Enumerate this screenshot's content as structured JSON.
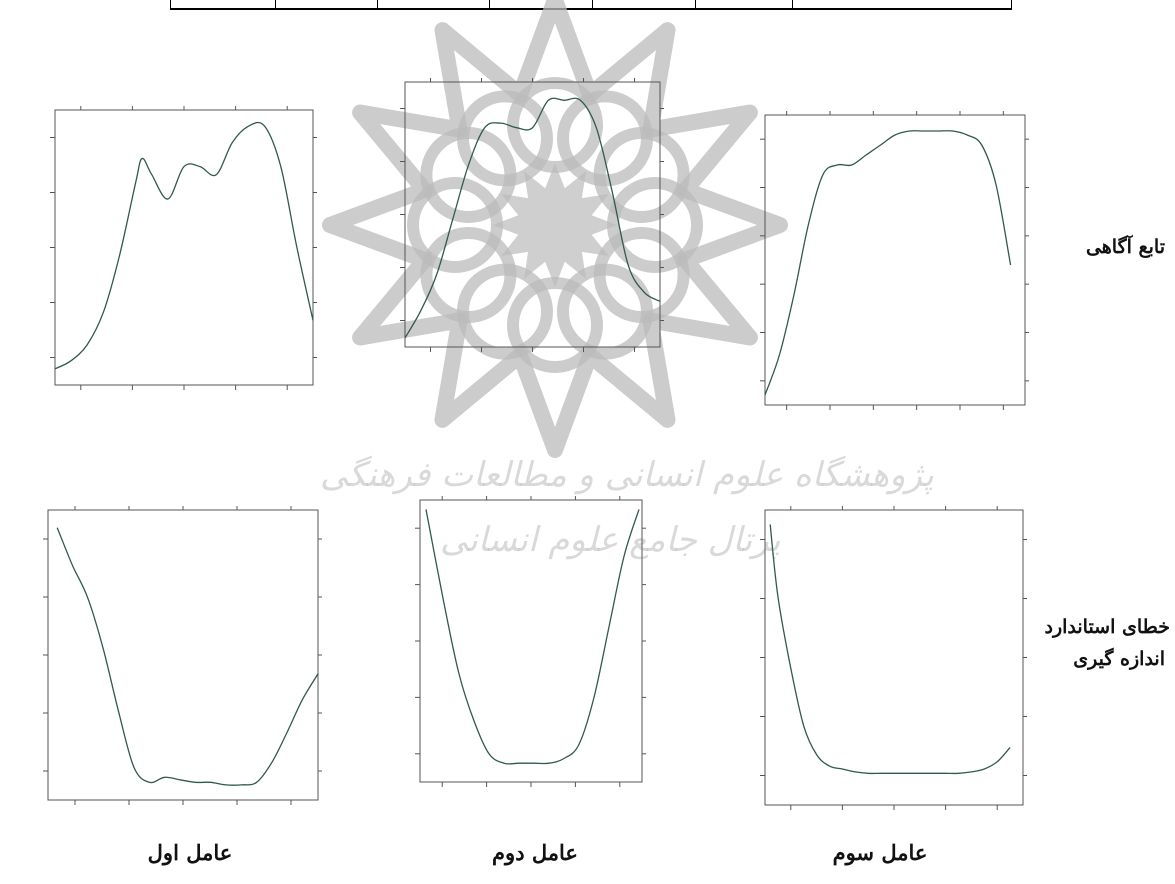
{
  "labels": {
    "row_info": "تابع آگاهی",
    "row_sem_line1": "خطای استاندارد",
    "row_sem_line2": "اندازه گیری",
    "factor_1": "عامل اول",
    "factor_2": "عامل دوم",
    "factor_3": "عامل سوم"
  },
  "watermark": {
    "line1": "پژوهشگاه علوم انسانی و مطالعات فرهنگی",
    "line2": "پرتال جامع علوم انسانی"
  },
  "colors": {
    "curve": "#2f5a4a",
    "axis": "#555555",
    "watermark": "#bbbbbb"
  },
  "chart_data": [
    {
      "type": "line",
      "xlim": [
        -4,
        4
      ],
      "ylim": [
        0.3,
        3.7
      ],
      "x": [
        -4,
        -3.5,
        -3,
        -2.5,
        -2,
        -1.5,
        -1.3,
        -1,
        -0.5,
        0,
        0.5,
        1,
        1.5,
        2,
        2.5,
        3,
        3.5,
        4
      ],
      "values": [
        0.5,
        0.6,
        0.8,
        1.2,
        1.9,
        2.8,
        3.1,
        2.9,
        2.6,
        3.0,
        3.0,
        2.9,
        3.3,
        3.5,
        3.5,
        3.0,
        2.0,
        1.1
      ]
    },
    {
      "type": "line",
      "xlim": [
        -4,
        4
      ],
      "ylim": [
        0.4,
        3.3
      ],
      "x": [
        -4,
        -3.5,
        -3,
        -2.5,
        -2,
        -1.5,
        -1,
        -0.5,
        0,
        0.5,
        1,
        1.5,
        2,
        2.5,
        3,
        3.5,
        4
      ],
      "values": [
        0.5,
        0.8,
        1.2,
        1.8,
        2.4,
        2.8,
        2.85,
        2.8,
        2.8,
        3.1,
        3.1,
        3.1,
        2.8,
        2.1,
        1.3,
        1.0,
        0.9
      ]
    },
    {
      "type": "line",
      "xlim": [
        -4,
        5
      ],
      "ylim": [
        0.3,
        1.75
      ],
      "x": [
        -4,
        -3.5,
        -3,
        -2.5,
        -2,
        -1.5,
        -1,
        -0.5,
        0,
        0.5,
        1,
        1.5,
        2,
        2.5,
        3,
        3.5,
        4,
        4.5
      ],
      "values": [
        0.35,
        0.55,
        0.85,
        1.2,
        1.45,
        1.5,
        1.5,
        1.55,
        1.6,
        1.65,
        1.67,
        1.67,
        1.67,
        1.67,
        1.65,
        1.6,
        1.4,
        1.0
      ]
    },
    {
      "type": "line",
      "xlim": [
        -4.8,
        4
      ],
      "ylim": [
        0.65,
        1.8
      ],
      "x": [
        -4.5,
        -4,
        -3.5,
        -3,
        -2.5,
        -2,
        -1.5,
        -1,
        -0.5,
        0,
        0.5,
        1,
        1.5,
        2,
        2.5,
        3,
        3.5,
        4
      ],
      "values": [
        1.73,
        1.58,
        1.45,
        1.25,
        1.0,
        0.78,
        0.72,
        0.74,
        0.73,
        0.72,
        0.72,
        0.71,
        0.71,
        0.72,
        0.8,
        0.92,
        1.05,
        1.15
      ]
    },
    {
      "type": "line",
      "xlim": [
        -4.8,
        2.6
      ],
      "ylim": [
        0.62,
        1.22
      ],
      "x": [
        -4.6,
        -4,
        -3.5,
        -3,
        -2.5,
        -2,
        -1.5,
        -1,
        -0.5,
        0,
        0.5,
        1,
        1.5,
        2,
        2.5
      ],
      "values": [
        1.2,
        1.0,
        0.85,
        0.75,
        0.68,
        0.66,
        0.66,
        0.66,
        0.66,
        0.67,
        0.7,
        0.8,
        0.95,
        1.1,
        1.2
      ]
    },
    {
      "type": "line",
      "xlim": [
        -5,
        5
      ],
      "ylim": [
        0.55,
        2.6
      ],
      "x": [
        -4.8,
        -4.5,
        -4,
        -3.5,
        -3,
        -2.5,
        -2,
        -1.5,
        -1,
        -0.5,
        0,
        0.5,
        1,
        1.5,
        2,
        2.5,
        3,
        3.5,
        4,
        4.5
      ],
      "values": [
        2.5,
        2.0,
        1.5,
        1.1,
        0.9,
        0.82,
        0.8,
        0.78,
        0.77,
        0.77,
        0.77,
        0.77,
        0.77,
        0.77,
        0.77,
        0.77,
        0.78,
        0.8,
        0.85,
        0.95
      ]
    }
  ]
}
